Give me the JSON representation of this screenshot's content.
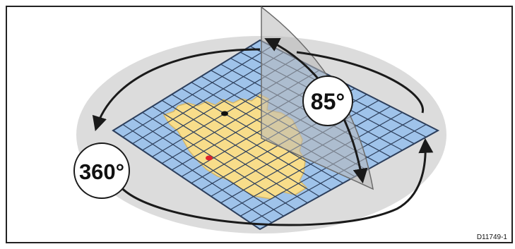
{
  "figure": {
    "tilt_label": "85°",
    "rotation_label": "360°",
    "figure_id": "D11749-1"
  },
  "colors": {
    "water": "#9fc3ea",
    "grid_line": "#2d3f5c",
    "land": "#f8dd8a",
    "land_edge": "#d4b76a",
    "halo": "#dcdcdc",
    "plane": "#b8b8b8",
    "arrow": "#1a1a1a",
    "marker_black": "#111111",
    "marker_red": "#e0202a",
    "border": "#222222"
  },
  "icons": {
    "rotation": "circular-arrow-icon",
    "tilt": "curved-arrow-icon",
    "marker_a": "position-dot-icon",
    "marker_b": "waypoint-dot-icon"
  }
}
